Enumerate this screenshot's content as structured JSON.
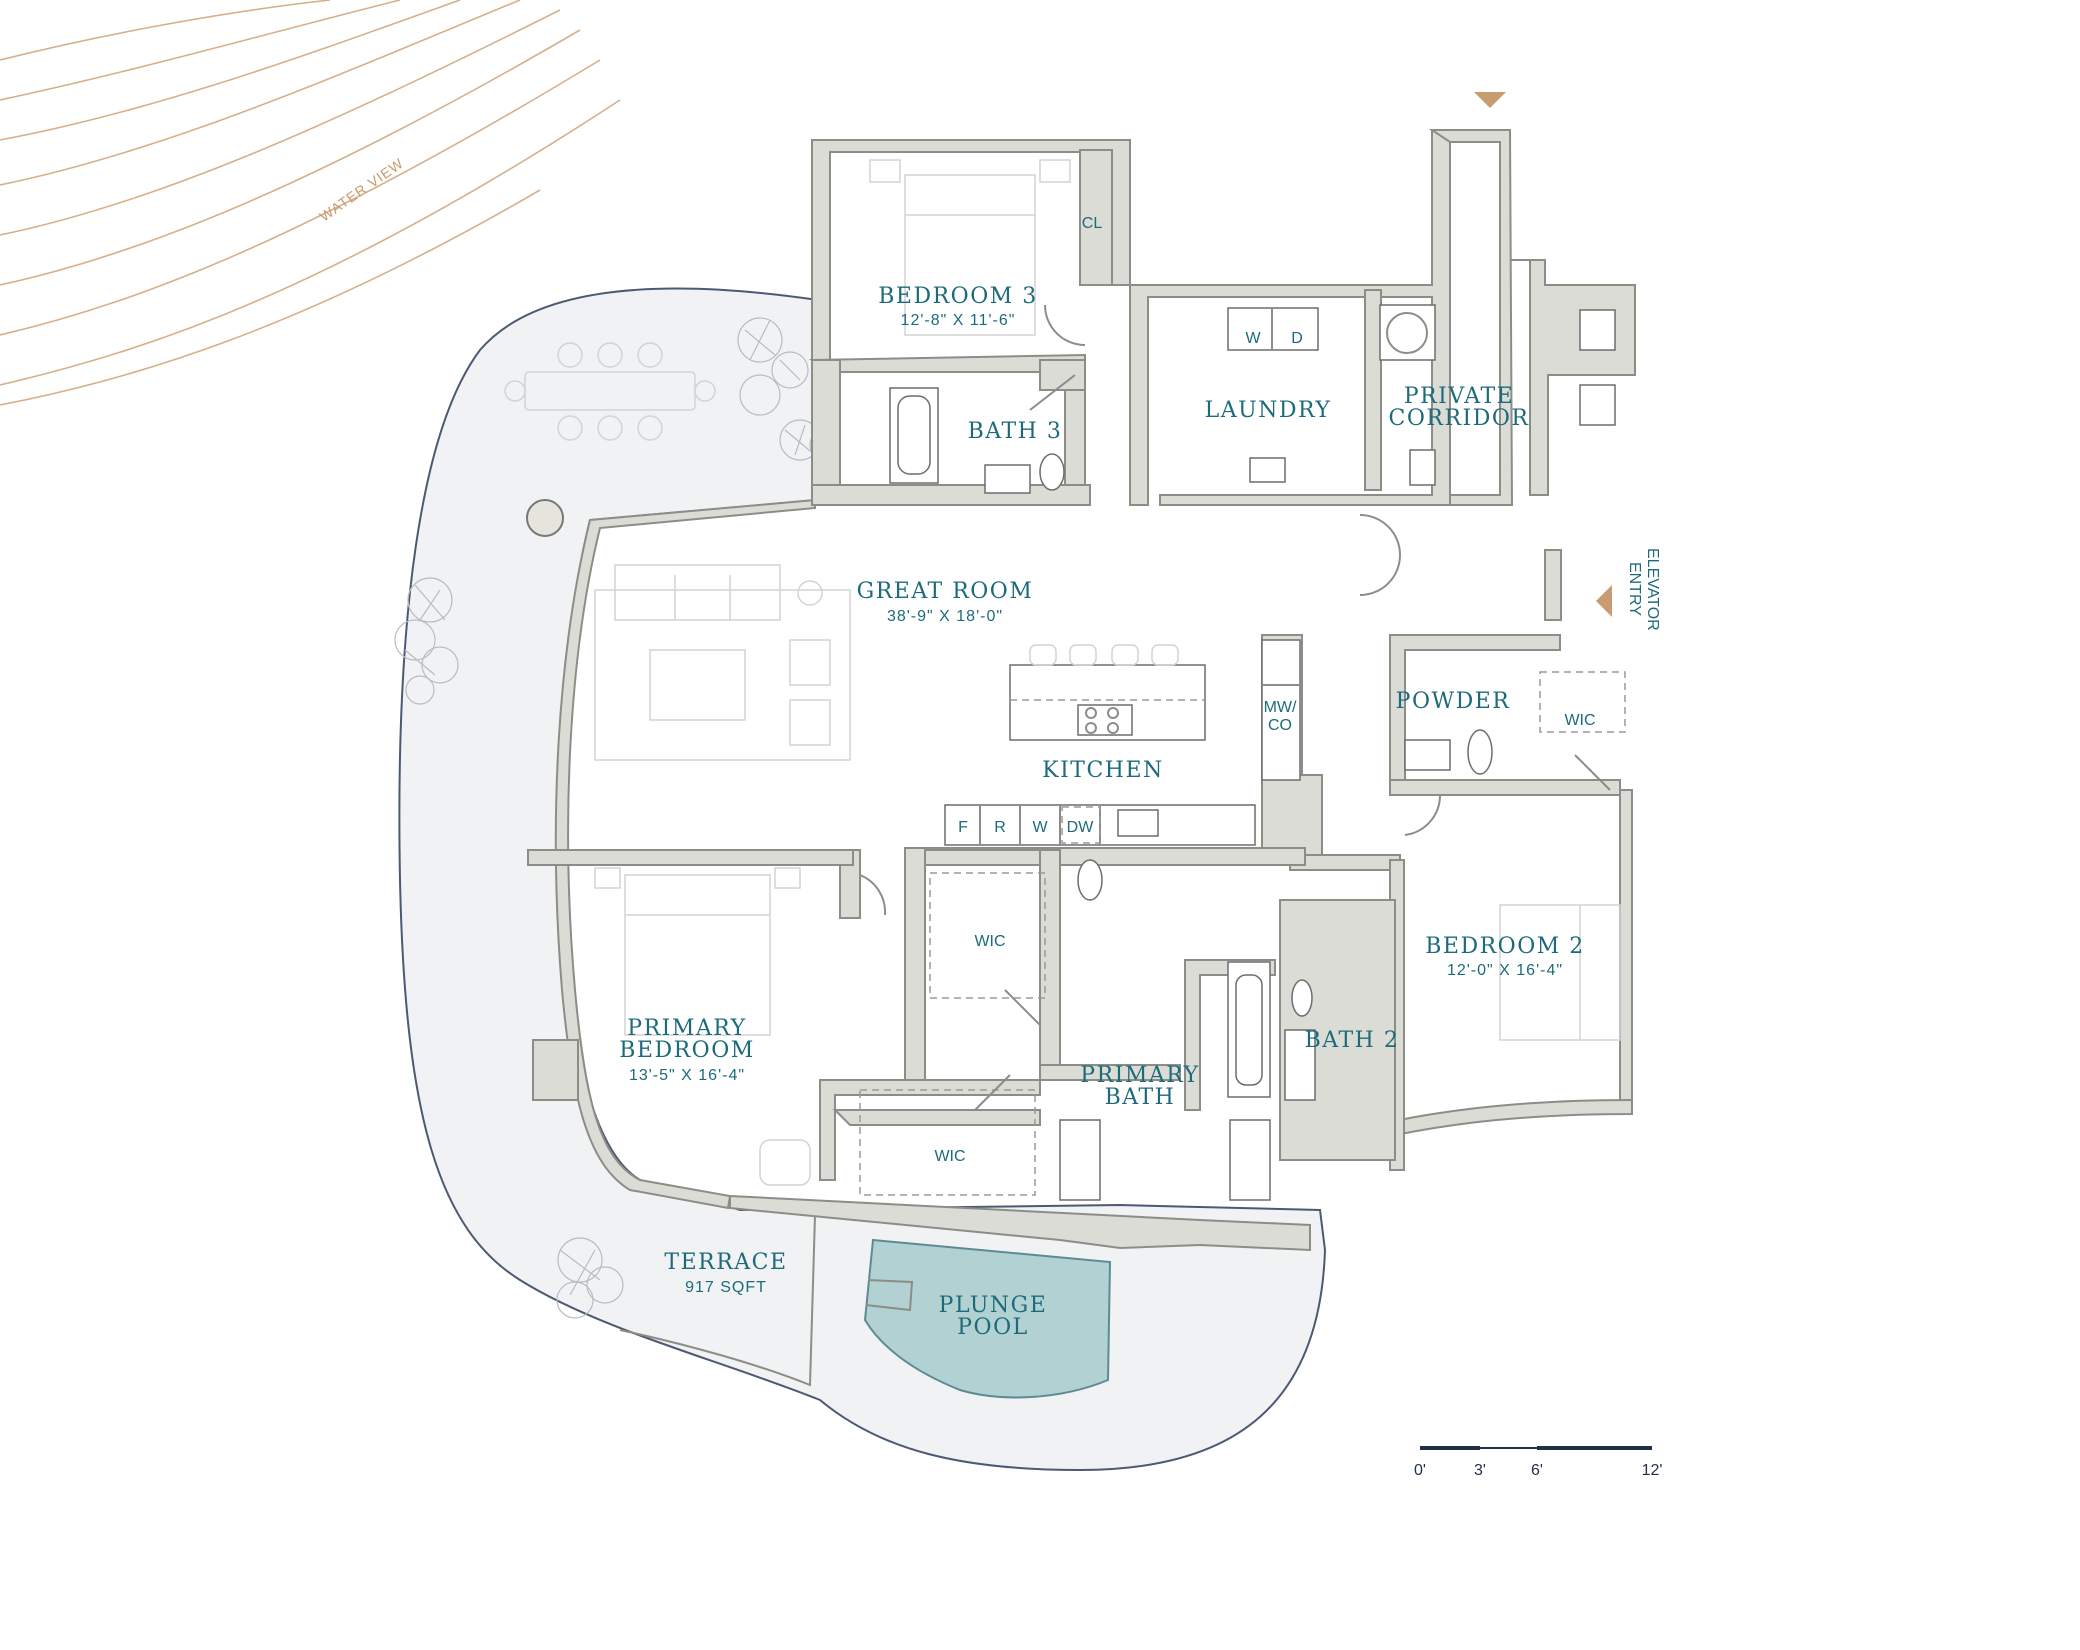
{
  "water_view": "WATER VIEW",
  "elevator_entry": [
    "ELEVATOR",
    "ENTRY"
  ],
  "rooms": {
    "bedroom3": {
      "name": "BEDROOM 3",
      "dims": "12'-8\" X 11'-6\""
    },
    "closet": "CL",
    "bath3": "BATH 3",
    "washer": "W",
    "dryer": "D",
    "laundry": "LAUNDRY",
    "private_corridor": [
      "PRIVATE",
      "CORRIDOR"
    ],
    "great_room": {
      "name": "GREAT ROOM",
      "dims": "38'-9\" X 18'-0\""
    },
    "microwave": [
      "MW/",
      "CO"
    ],
    "kitchen": "KITCHEN",
    "appliances": [
      "F",
      "R",
      "W",
      "DW"
    ],
    "powder": "POWDER",
    "wic_bed2": "WIC",
    "wic_primary_top": "WIC",
    "wic_primary_bottom": "WIC",
    "bedroom2": {
      "name": "BEDROOM 2",
      "dims": "12'-0\" X 16'-4\""
    },
    "bath2": "BATH 2",
    "primary_bedroom": {
      "name": [
        "PRIMARY",
        "BEDROOM"
      ],
      "dims": "13'-5\" X 16'-4\""
    },
    "primary_bath": [
      "PRIMARY",
      "BATH"
    ],
    "terrace": {
      "name": "TERRACE",
      "area": "917 SQFT"
    },
    "plunge_pool": [
      "PLUNGE",
      "POOL"
    ]
  },
  "scale_bar": {
    "labels": [
      "0'",
      "3'",
      "6'",
      "12'"
    ]
  },
  "colors": {
    "label": "#1d6b7a",
    "wall_fill": "#dcdcd6",
    "terrace_fill": "#f1f2f3",
    "pool_fill": "#b2d1d3",
    "accent": "#c99a6a",
    "scale_bar": "#1f2f48"
  }
}
